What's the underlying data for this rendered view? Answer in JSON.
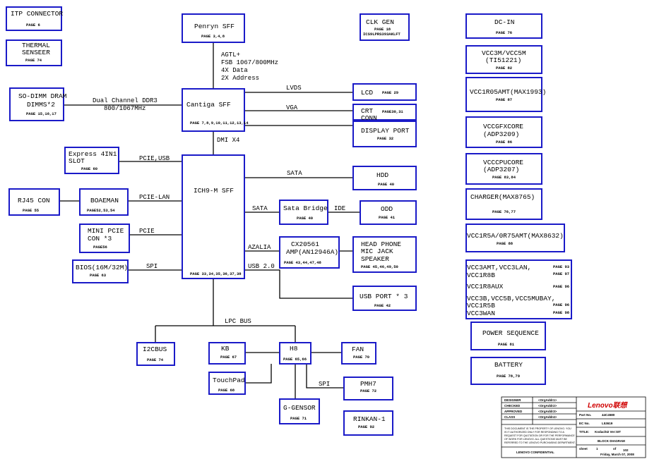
{
  "blocks": {
    "itp_connector": {
      "title": "ITP CONNECTOR",
      "page": "PAGE 6"
    },
    "thermal_senseer": {
      "title1": "THERMAL",
      "title2": "SENSEER",
      "page": "PAGE 74"
    },
    "penryn": {
      "title": "Penryn SFF",
      "page": "PAGE 3,4,8"
    },
    "clk_gen": {
      "title": "CLK GEN",
      "page": "PAGE 18",
      "part": "ICS9LPRS393AKLFT"
    },
    "so_dimm": {
      "title1": "SO-DIMM DRAM",
      "title2": "DIMMS*2",
      "page": "PAGE 15,16,17"
    },
    "cantiga": {
      "title": "Cantiga SFF",
      "page": "PAGE 7,8,9,10,11,12,13,14"
    },
    "lcd": {
      "title": "LCD",
      "page": "PAGE 29"
    },
    "crt": {
      "title1": "CRT",
      "title2": "CONN",
      "page": "PAGE30,31"
    },
    "display_port": {
      "title": "DISPLAY PORT",
      "page": "PAGE 32"
    },
    "express": {
      "title1": "Express 4IN1",
      "title2": "SLOT",
      "page": "PAGE 60"
    },
    "ich9m": {
      "title": "ICH9-M SFF",
      "page": "PAGE 33,34,35,36,37,38"
    },
    "hdd": {
      "title": "HDD",
      "page": "PAGE 40"
    },
    "rj45": {
      "title": "RJ45 CON",
      "page": "PAGE 55"
    },
    "boaeman": {
      "title": "BOAEMAN",
      "page": "PAGE52,53,54"
    },
    "sata_bridge": {
      "title": "Sata Bridge",
      "page": "PAGE 40"
    },
    "odd": {
      "title": "ODD",
      "page": "PAGE 41"
    },
    "mini_pcie": {
      "title1": "MINI PCIE",
      "title2": "CON *3",
      "page": "PAGE56"
    },
    "cx20561": {
      "title1": "CX20561",
      "title2": "AMP(AN12946A)",
      "page": "PAGE 43,44,47,48"
    },
    "headphone": {
      "title1": "HEAD PHONE",
      "title2": "MIC JACK",
      "title3": "SPEAKER",
      "page": "PAGE 45,46,49,50"
    },
    "bios": {
      "title": "BIOS(16M/32M)",
      "page": "PAGE 63"
    },
    "usb_port": {
      "title": "USB PORT * 3",
      "page": "PAGE 42"
    },
    "i2cbus": {
      "title": "I2CBUS",
      "page": "PAGE 74"
    },
    "kb": {
      "title": "KB",
      "page": "PAGE 67"
    },
    "h8": {
      "title": "H8",
      "page": "PAGE 65,66"
    },
    "fan": {
      "title": "FAN",
      "page": "PAGE 70"
    },
    "touchpad": {
      "title": "TouchPad",
      "page": "PAGE 68"
    },
    "pmh7": {
      "title": "PMH7",
      "page": "PAGE 72"
    },
    "g_gensor": {
      "title": "G-GENSOR",
      "page": "PAGE 71"
    },
    "rinkan": {
      "title": "RINKAN-1",
      "page": "PAGE 92"
    },
    "dc_in": {
      "title": "DC-IN",
      "page": "PAGE 76"
    },
    "vcc3m": {
      "title1": "VCC3M/VCC5M",
      "title2": "(TI51221)",
      "page": "PAGE 82"
    },
    "vcc1r05": {
      "title": "VCC1R05AMT(MAX1993)",
      "page": "PAGE 87"
    },
    "vccgfx": {
      "title1": "VCCGFXCORE",
      "title2": "(ADP3209)",
      "page": "PAGE 86"
    },
    "vcccpu": {
      "title1": "VCCCPUCORE",
      "title2": "(ADP3207)",
      "page": "PAGE 83,84"
    },
    "charger": {
      "title": "CHARGER(MAX8765)",
      "page": "PAGE 76,77"
    },
    "vcc1r5a": {
      "title": "VCC1R5A/0R75AMT(MAX8632)",
      "page": "PAGE 88"
    },
    "vcc_group": {
      "l1": "VCC3AMT,VCC3LAN,",
      "p1": "PAGE 93",
      "l2": "VCC1R8B",
      "p2": "PAGE 97",
      "l3": "VCC1R8AUX",
      "p3": "PAGE 96",
      "l4": "VCC3B,VCC5B,VCC5MUBAY,",
      "l5": "VCC1R5B",
      "p5": "PAGE 96",
      "l6": "VCC3WAN",
      "p6": "PAGE 98"
    },
    "power_sequence": {
      "title": "POWER SEQUENCE",
      "page": "PAGE 81"
    },
    "battery": {
      "title": "BATTERY",
      "page": "PAGE 78,79"
    }
  },
  "links": {
    "agtl1": "AGTL+",
    "agtl2": "FSB 1067/800MHz",
    "agtl3": "4X Data",
    "agtl4": "2X Address",
    "ddr1": "Dual Channel DDR3",
    "ddr2": "800/1067MHz",
    "lvds": "LVDS",
    "vga": "VGA",
    "dmi": "DMI X4",
    "pcie_usb": "PCIE,USB",
    "sata1": "SATA",
    "pcie_lan": "PCIE-LAN",
    "sata2": "SATA",
    "ide": "IDE",
    "pcie": "PCIE",
    "azalia": "AZALIA",
    "spi1": "SPI",
    "usb20": "USB 2.0",
    "lpc": "LPC BUS",
    "spi2": "SPI"
  },
  "title_block": {
    "designer": "DESIGNER",
    "designer_val": "<OrgAddr1>",
    "checked": "CHECKED",
    "checked_val": "<OrgAddr2>",
    "approved": "APPROVED",
    "approved_val": "<OrgAddr3>",
    "class": "CLASS",
    "class_val": "<OrgAddr4>",
    "logo": "Lenovo联想",
    "part_label": "Part No.",
    "part_val": "44C4580",
    "ec_label": "EC No.",
    "ec_val": "L53619",
    "title_label": "TITLE:",
    "title_val": "KodachI2  Ver:SIT",
    "doc_name": "BLOCK DIAGRAM",
    "sheet_label": "sheet",
    "sheet_val": "1",
    "of_label": "of",
    "of_val": "102",
    "date": "Friday, March 07, 2008",
    "note1": "THIS DOCUMENT IS THE PROPERTY OF LENOVO. YOU",
    "note2": "IS IT AUTHORIZED ONLY FOR RESPONDING TO A",
    "note3": "REQUEST FOR QUOTATION OR FOR THE PERFORMANCE",
    "note4": "OF WORK FOR LENOVO. ALL QUESTIONS MUST BE",
    "note5": "REFERRED TO THE LENOVO PURCHASING DEPARTMENT.",
    "confidential": "LENOVO CONFIDENTIAL"
  }
}
